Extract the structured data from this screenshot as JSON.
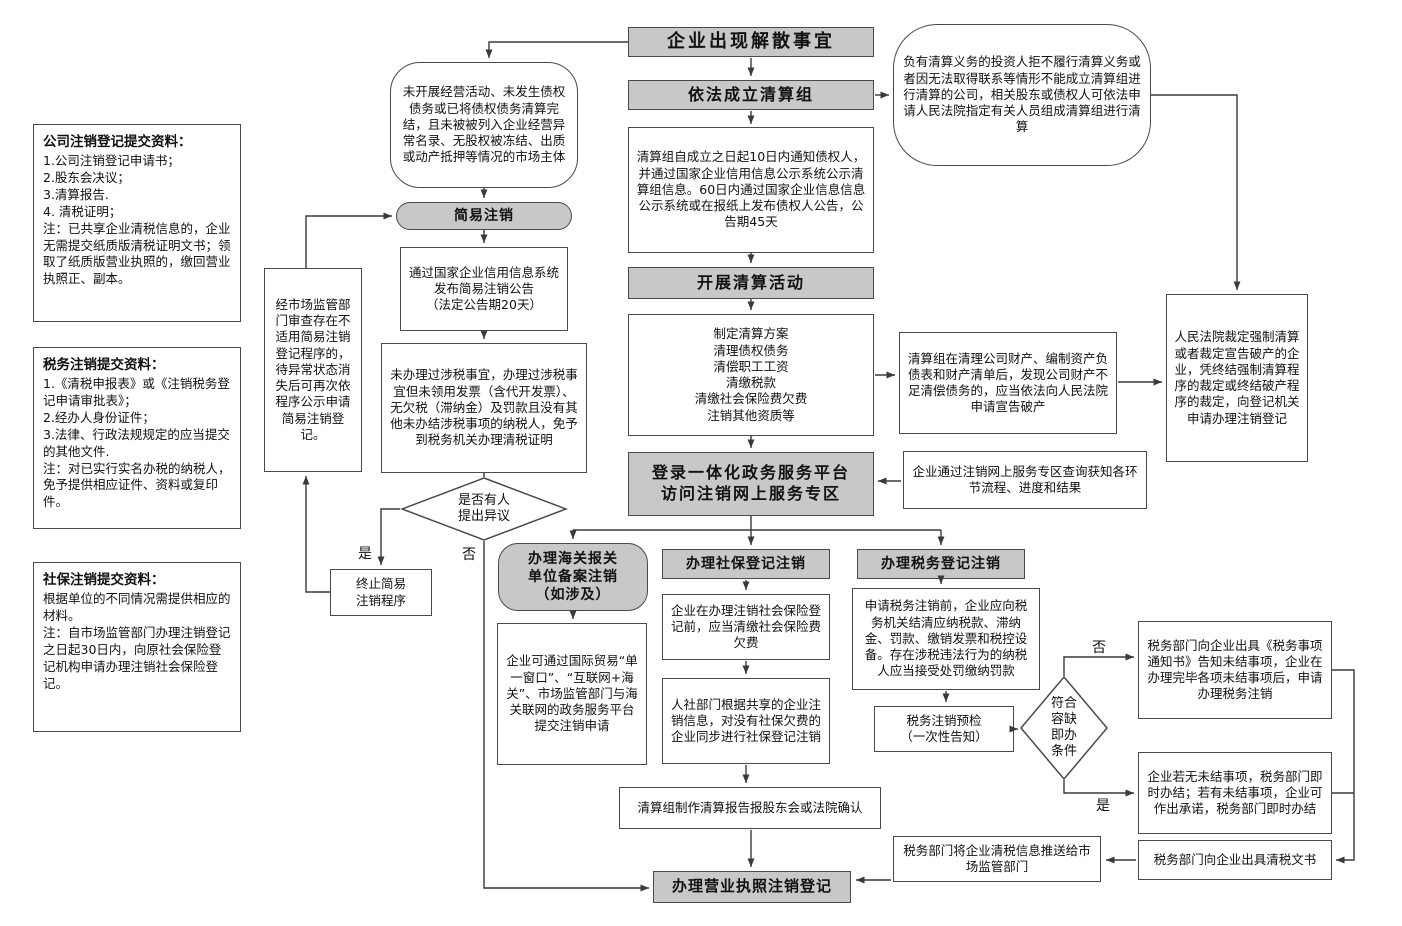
{
  "colors": {
    "node_fill_gray": "#c8c8c8",
    "node_fill_white": "#ffffff",
    "border": "#4a4a4a",
    "line": "#3a3a3a",
    "background": "#ffffff"
  },
  "labels": {
    "yes": "是",
    "no": "否"
  },
  "nodes": {
    "dissolution": "企业出现解散事宜",
    "form_group": "依法成立清算组",
    "notify": "清算组自成立之日起10日内通知债权人，并通过国家企业信用信息公示系统公示清算组信息。60日内通过国家企业信息信息公示系统或在报纸上发布债权人公告，公告期45天",
    "carry_out": "开展清算活动",
    "activities": "制定清算方案\n清理债权债务\n清偿职工工资\n清缴税款\n清缴社会保险费欠费\n注销其他资质等",
    "platform": "登录一体化政务服务平台\n访问注销网上服务专区",
    "eligible": "未开展经营活动、未发生债权债务或已将债权债务清算完结，且未被被列入企业经营异常名录、无股权被冻结、出质或动产抵押等情况的市场主体",
    "simple_dereg": "简易注销",
    "simple_announce": "通过国家企业信用信息系统发布简易注销公告\n（法定公告期20天）",
    "tax_exempt": "未办理过涉税事宜，办理过涉税事宜但未领用发票（含代开发票）、无欠税（滞纳金）及罚款且没有其他未办结涉税事项的纳税人，免予到税务机关办理清税证明",
    "objection": "是否有人\n提出异议",
    "terminate": "终止简易\n注销程序",
    "market_review": "经市场监管部门审查存在不适用简易注销登记程序的，待异常状态消失后可再次依程序公示申请简易注销登记。",
    "court_group": "负有清算义务的投资人拒不履行清算义务或者因无法取得联系等情形不能成立清算组进行清算的公司，相关股东或债权人可依法申请人民法院指定有关人员组成清算组进行清算",
    "bankruptcy": "清算组在清理公司财产、编制资产负债表和财产清单后，发现公司财产不足清偿债务的，应当依法向人民法院申请宣告破产",
    "court_ruling": "人民法院裁定强制清算或者裁定宣告破产的企业，凭终结强制清算程序的裁定或终结破产程序的裁定，向登记机关申请办理注销登记",
    "online_query": "企业通过注销网上服务专区查询获知各环节流程、进度和结果",
    "customs": "办理海关报关\n单位备案注销\n（如涉及）",
    "customs_detail": "企业可通过国际贸易“单一窗口”、“互联网+海关”、市场监管部门与海关联网的政务服务平台提交注销申请",
    "social": "办理社保登记注销",
    "social_clear": "企业在办理注销社会保险登记前，应当清缴社会保险费欠费",
    "social_sync": "人社部门根据共享的企业注销信息，对没有社保欠费的企业同步进行社保登记注销",
    "tax": "办理税务登记注销",
    "tax_clear": "申请税务注销前，企业应向税务机关结清应纳税款、滞纳金、罚款、缴销发票和税控设备。存在涉税违法行为的纳税人应当接受处罚缴纳罚款",
    "tax_precheck": "税务注销预检\n（一次性告知）",
    "tolerance": "符合\n容缺\n即办\n条件",
    "tax_notice": "税务部门向企业出具《税务事项通知书》告知未结事项，企业在办理完毕各项未结事项后，申请办理税务注销",
    "tax_commit": "企业若无未结事项，税务部门即时办结；若有未结事项，企业可作出承诺，税务部门即时办结",
    "tax_doc": "税务部门向企业出具清税文书",
    "tax_push": "税务部门将企业清税信息推送给市场监管部门",
    "report": "清算组制作清算报告报股东会或法院确认",
    "license_dereg": "办理营业执照注销登记"
  },
  "materials": {
    "company": {
      "title": "公司注销登记提交资料：",
      "body": "1.公司注销登记申请书；\n2.股东会决议；\n3.清算报告.\n4. 清税证明；\n注：已共享企业清税信息的，企业无需提交纸质版清税证明文书；领取了纸质版营业执照的，缴回营业执照正、副本。"
    },
    "tax": {
      "title": "税务注销提交资料：",
      "body": "1.《清税申报表》或《注销税务登记申请审批表》；\n2.经办人身份证件；\n3.法律、行政法规规定的应当提交的其他文件.\n注：对已实行实名办税的纳税人，免予提供相应证件、资料或复印件。"
    },
    "social": {
      "title": "社保注销提交资料：",
      "body": "根据单位的不同情况需提供相应的材料。\n注：自市场监管部门办理注销登记之日起30日内，向原社会保险登记机构申请办理注销社会保险登记。"
    }
  },
  "edges": [
    "dissolution→form_group",
    "dissolution→eligible",
    "form_group→court_group",
    "form_group→notify",
    "notify→carry_out",
    "carry_out→activities",
    "activities→bankruptcy",
    "activities→platform",
    "bankruptcy→court_ruling",
    "court_group→court_ruling",
    "eligible→simple_dereg",
    "simple_dereg→simple_announce",
    "simple_announce→tax_exempt",
    "tax_exempt→objection",
    "objection→terminate (是)",
    "objection→license_dereg (否)",
    "terminate→market_review",
    "market_review→simple_dereg",
    "platform→customs",
    "platform→social",
    "platform→tax",
    "online_query→platform",
    "customs→customs_detail",
    "social→social_clear",
    "social_clear→social_sync",
    "social_sync→report",
    "report→license_dereg",
    "tax→tax_clear",
    "tax_clear→tax_precheck",
    "tax_precheck→tolerance",
    "tolerance→tax_notice (否)",
    "tolerance→tax_commit (是)",
    "tax_notice→tax_doc",
    "tax_commit→tax_doc",
    "tax_doc→tax_push",
    "tax_push→license_dereg"
  ]
}
